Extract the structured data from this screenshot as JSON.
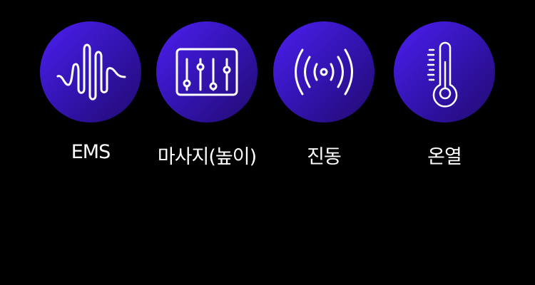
{
  "modes": [
    {
      "label": "EMS",
      "icon": "sound-wave-icon"
    },
    {
      "label": "마사지(높이)",
      "icon": "sliders-icon"
    },
    {
      "label": "진동",
      "icon": "vibration-icon"
    },
    {
      "label": "온열",
      "icon": "thermometer-icon"
    }
  ],
  "colors": {
    "circle_start": "#4d1ff0",
    "circle_end": "#220a70",
    "background": "#000000"
  }
}
